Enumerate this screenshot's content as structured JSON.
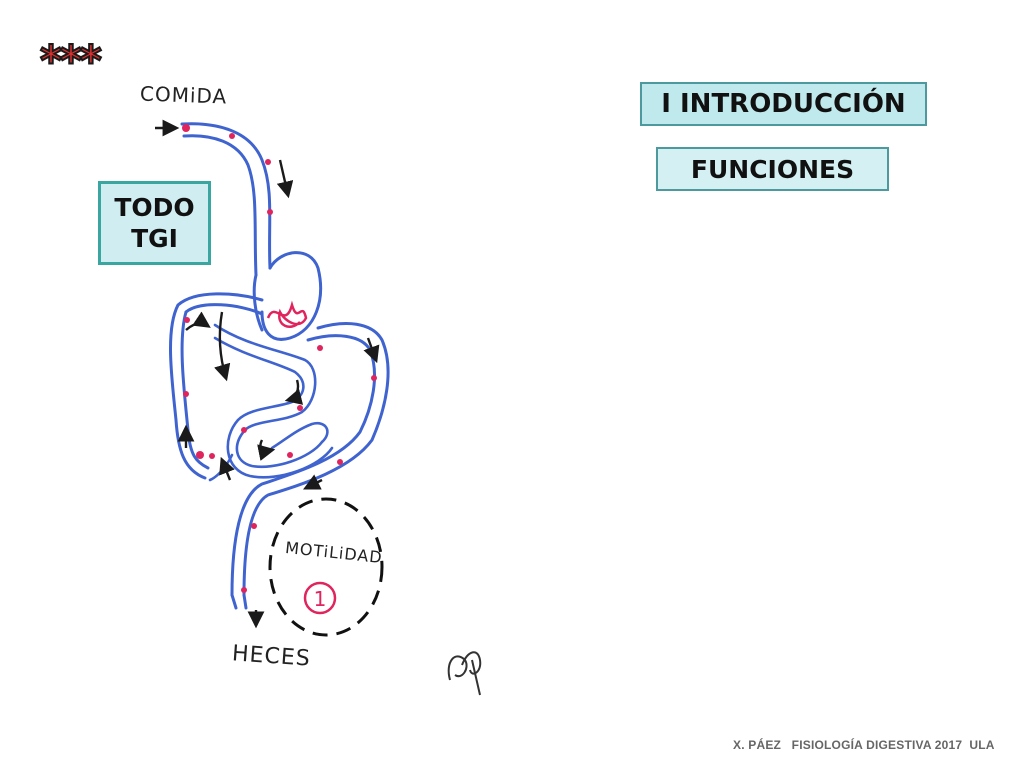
{
  "stars": "***",
  "title": "I INTRODUCCIÓN",
  "subtitle": "FUNCIONES",
  "scope_box": {
    "line1": "TODO",
    "line2": "TGI"
  },
  "labels": {
    "input": "COMiDA",
    "output": "HECES",
    "function": "MOTiLiDAD",
    "function_number": "1"
  },
  "footer": "X. PÁEZ   FISIOLOGÍA DIGESTIVA 2017  ULA",
  "colors": {
    "tract": "#3f63cf",
    "secretion": "#e0245e",
    "box_fill": "#c8ecef",
    "box_border": "#3aa6a2",
    "stars": "#e0302f"
  }
}
